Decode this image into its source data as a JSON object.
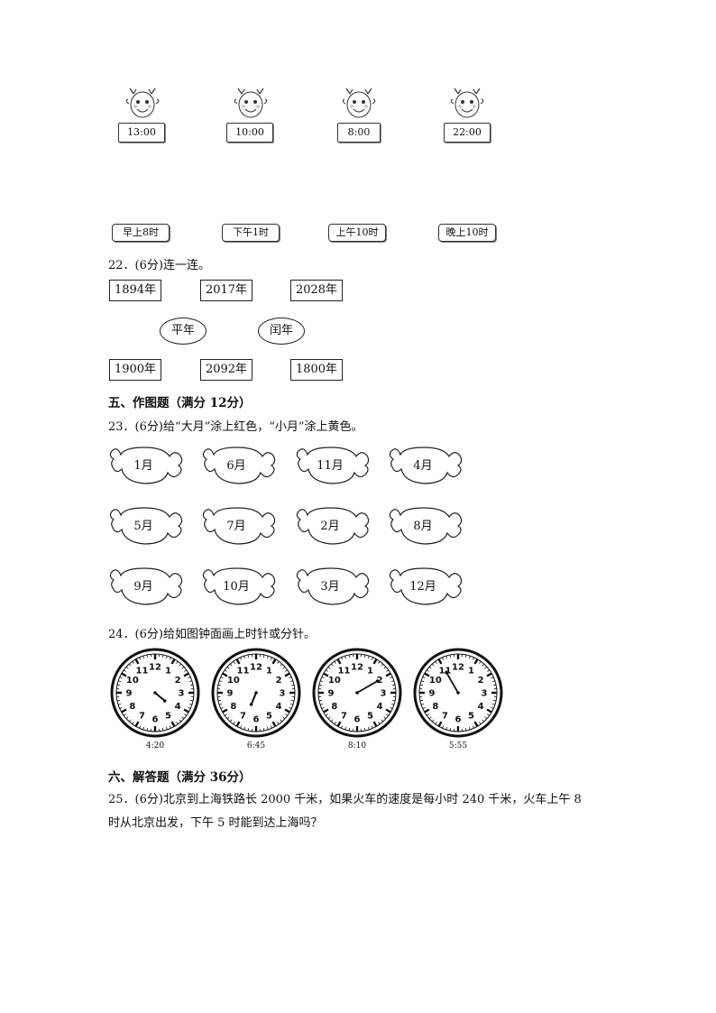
{
  "goats": [
    {
      "time": "13:00"
    },
    {
      "time": "10:00"
    },
    {
      "time": "8:00"
    },
    {
      "time": "22:00"
    }
  ],
  "time_labels": [
    "早上8时",
    "下午1时",
    "上午10时",
    "晚上10时"
  ],
  "q22": {
    "label": "22．(6分)连一连。",
    "top_years": [
      "1894年",
      "2017年",
      "2028年"
    ],
    "ovals": [
      "平年",
      "闰年"
    ],
    "bottom_years": [
      "1900年",
      "2092年",
      "1800年"
    ]
  },
  "section5": "五、作图题（满分 12分）",
  "q23": {
    "label": "23．(6分)给“大月”涂上红色，“小月”涂上黄色。",
    "candies": [
      "1月",
      "6月",
      "11月",
      "4月",
      "5月",
      "7月",
      "2月",
      "8月",
      "9月",
      "10月",
      "3月",
      "12月"
    ]
  },
  "q24": {
    "label": "24．(6分)给如图钟面画上时针或分针。",
    "numbers": [
      "12",
      "1",
      "2",
      "3",
      "4",
      "5",
      "6",
      "7",
      "8",
      "9",
      "10",
      "11"
    ],
    "clocks": [
      {
        "caption": "4:20",
        "hour": 4.333,
        "minute": null
      },
      {
        "caption": "6:45",
        "hour": 6.75,
        "minute": null
      },
      {
        "caption": "8:10",
        "hour": null,
        "minute": 10
      },
      {
        "caption": "5:55",
        "hour": null,
        "minute": 55
      }
    ]
  },
  "section6": "六、解答题（满分 36分）",
  "q25": {
    "line1": "25．(6分)北京到上海铁路长 2000 千米，如果火车的速度是每小时 240 千米，火车上午 8",
    "line2": "时从北京出发，下午 5 时能到达上海吗？"
  }
}
